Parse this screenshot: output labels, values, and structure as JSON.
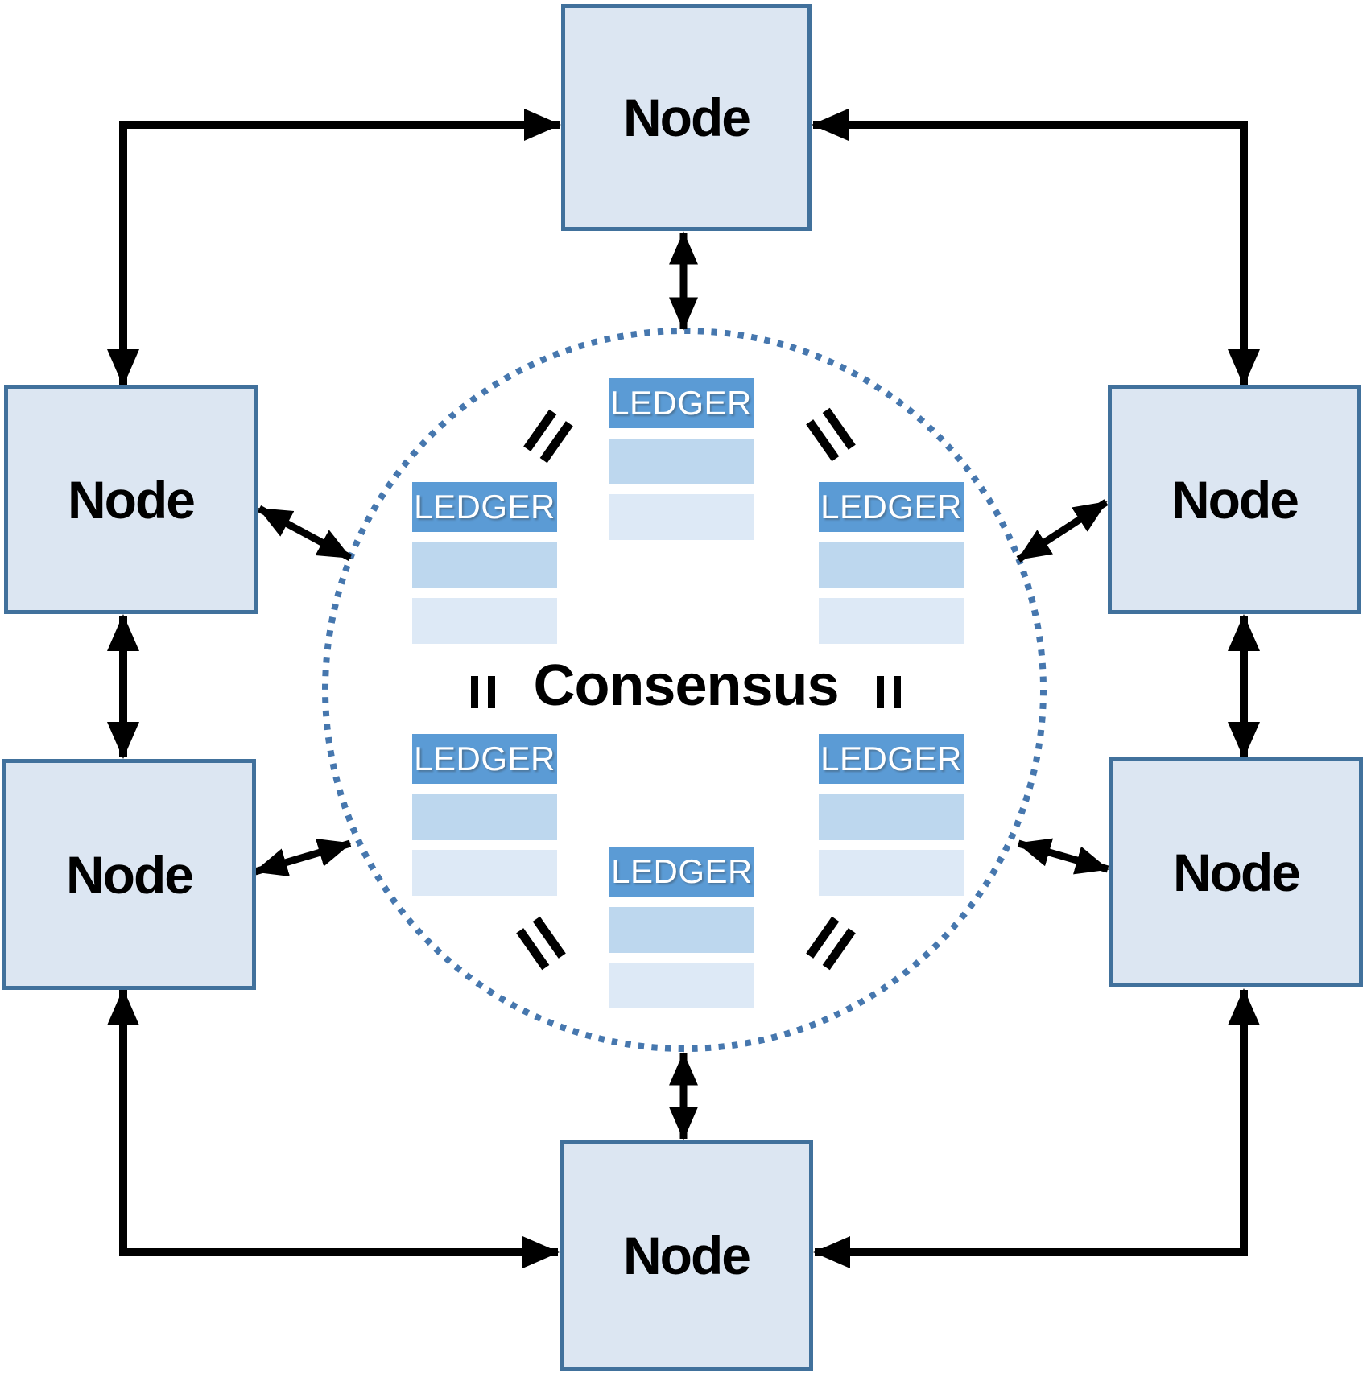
{
  "diagram": {
    "consensus_label": "Consensus",
    "nodes": [
      {
        "id": "top",
        "label": "Node"
      },
      {
        "id": "upper-left",
        "label": "Node"
      },
      {
        "id": "upper-right",
        "label": "Node"
      },
      {
        "id": "lower-left",
        "label": "Node"
      },
      {
        "id": "lower-right",
        "label": "Node"
      },
      {
        "id": "bottom",
        "label": "Node"
      }
    ],
    "ledgers": [
      {
        "id": "top-center",
        "label": "LEDGER",
        "rows": 2
      },
      {
        "id": "upper-left",
        "label": "LEDGER",
        "rows": 2
      },
      {
        "id": "upper-right",
        "label": "LEDGER",
        "rows": 2
      },
      {
        "id": "lower-left",
        "label": "LEDGER",
        "rows": 2
      },
      {
        "id": "lower-right",
        "label": "LEDGER",
        "rows": 2
      },
      {
        "id": "bottom-center",
        "label": "LEDGER",
        "rows": 2
      }
    ],
    "equals_markers": [
      {
        "id": "top-left",
        "icon": "equals-icon"
      },
      {
        "id": "top-right",
        "icon": "equals-icon"
      },
      {
        "id": "middle-left",
        "icon": "equals-icon"
      },
      {
        "id": "middle-right",
        "icon": "equals-icon"
      },
      {
        "id": "bottom-left",
        "icon": "equals-icon"
      },
      {
        "id": "bottom-right",
        "icon": "equals-icon"
      }
    ],
    "colors": {
      "background": "#ffffff",
      "node_fill": "#dce6f2",
      "node_border": "#41719c",
      "ledger_header": "#5b9bd5",
      "ledger_row1": "#bdd7ee",
      "ledger_row2": "#dde9f6",
      "circle_dots": "#4677ae",
      "arrow": "#000000",
      "text": "#000000",
      "ledger_text": "#ffffff"
    }
  }
}
